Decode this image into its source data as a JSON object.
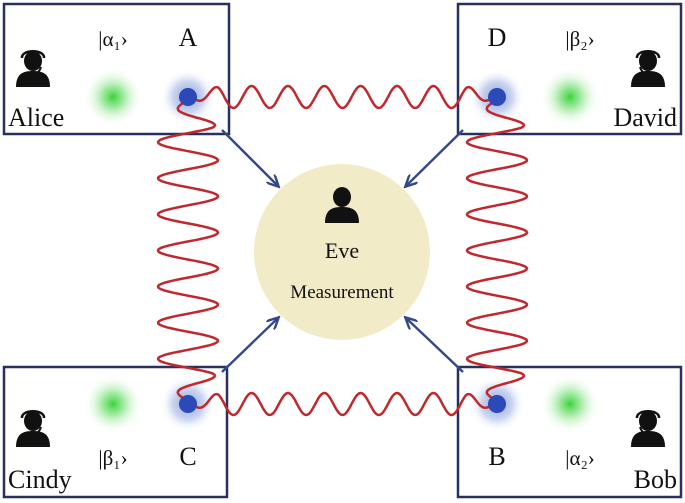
{
  "diagram": {
    "parties": {
      "alice": {
        "name": "Alice",
        "node": "A",
        "state": "|α₁›"
      },
      "david": {
        "name": "David",
        "node": "D",
        "state": "|β₂›"
      },
      "cindy": {
        "name": "Cindy",
        "node": "C",
        "state": "|β₁›"
      },
      "bob": {
        "name": "Bob",
        "node": "B",
        "state": "|α₂›"
      }
    },
    "eve": {
      "name": "Eve",
      "label": "Measurement"
    }
  },
  "colors": {
    "box_border": "#28305e",
    "entangle_line": "#c0282d",
    "node_dot": "#2b4ab8",
    "node_glow": "#7f98d8",
    "state_glow": "#39d339",
    "eve_circle": "#f2ebc8",
    "arrow": "#33488a",
    "person": "#111111"
  }
}
